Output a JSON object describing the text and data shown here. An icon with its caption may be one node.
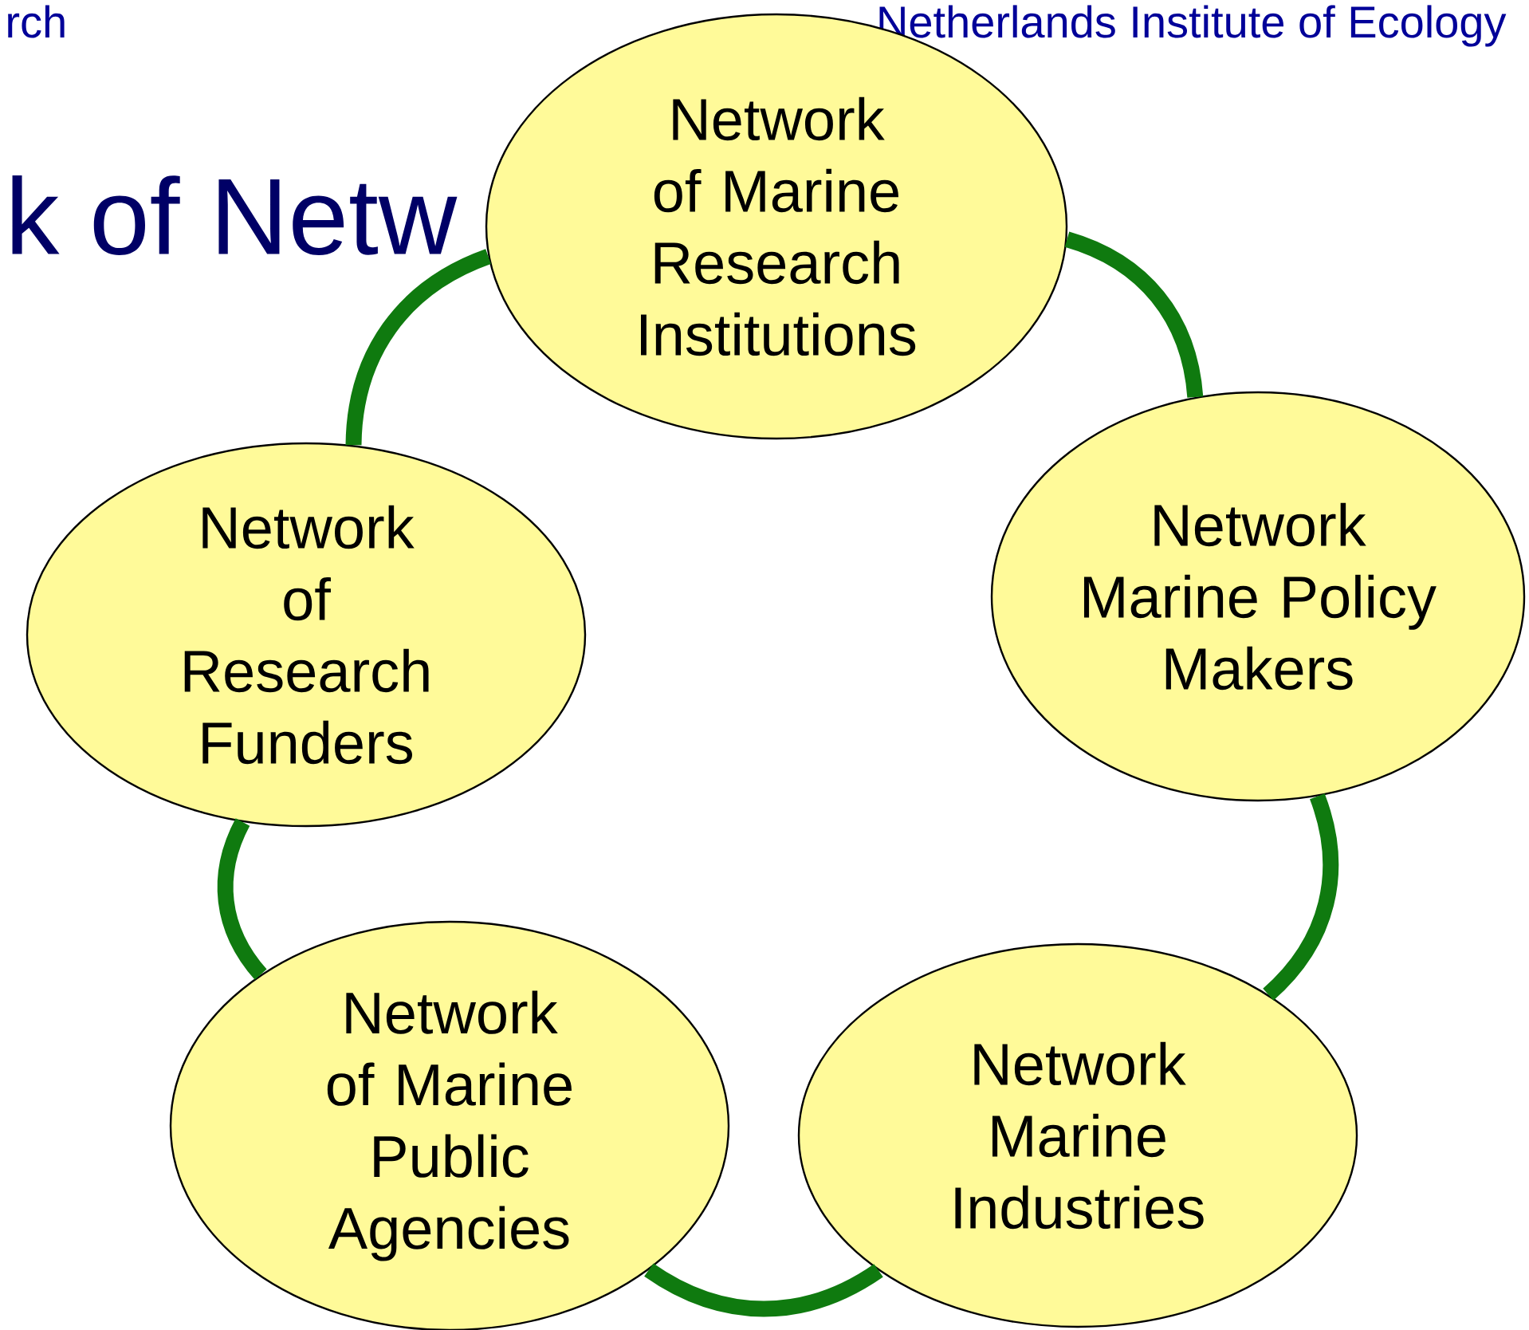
{
  "diagram": {
    "title": "k of Netw",
    "nodes": [
      {
        "text": [
          "Network of Marine Research Institutions"
        ]
      },
      {
        "text": [
          "Network of Research Funders"
        ]
      },
      {
        "text": [
          "Network Marine Policy Makers"
        ]
      },
      {
        "text": [
          "Network of Marine Public Agencies"
        ]
      },
      {
        "text": [
          "Network Marine Industries"
        ]
      }
    ],
    "edges": [
      {
        "from": 0,
        "to": 1,
        "arrow": "none"
      },
      {
        "from": 1,
        "to": 3,
        "arrow": "none"
      },
      {
        "from": 3,
        "to": 4,
        "arrow": "none"
      },
      {
        "from": 4,
        "to": 2,
        "arrow": "none"
      },
      {
        "from": 2,
        "to": 0,
        "arrow": "none"
      }
    ],
    "labels": [
      "rch",
      "Netherlands Institute of Ecology"
    ]
  }
}
